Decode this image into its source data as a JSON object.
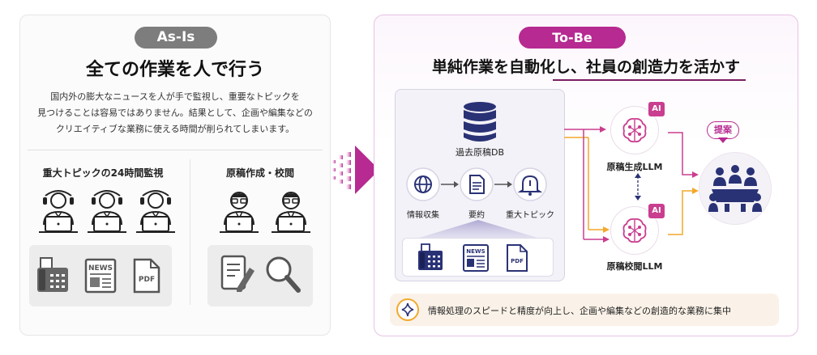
{
  "as_is": {
    "badge": "As-Is",
    "title": "全ての作業を人で行う",
    "description_lines": [
      "国内外の膨大なニュースを人が手で監視し、重要なトピックを",
      "見つけることは容易ではありません。結果として、企画や編集などの",
      "クリエイティブな業務に使える時間が削られてしまいます。"
    ],
    "sections": [
      {
        "label": "重大トピックの24時間監視",
        "people": 3,
        "sources": [
          "fax-icon",
          "newspaper-icon",
          "pdf-icon"
        ]
      },
      {
        "label": "原稿作成・校閲",
        "people": 2,
        "tools": [
          "document-pen-icon",
          "magnifier-icon"
        ]
      }
    ],
    "news_text": "NEWS",
    "pdf_text": "PDF"
  },
  "to_be": {
    "badge": "To-Be",
    "title": "単純作業を自動化し、社員の創造力を活かす",
    "database_label": "過去原稿DB",
    "pipeline": [
      "情報収集",
      "要約",
      "重大トピック"
    ],
    "sources_text": {
      "news": "NEWS",
      "pdf": "PDF"
    },
    "llms": [
      {
        "label": "原稿生成LLM",
        "badge": "AI"
      },
      {
        "label": "原稿校閲LLM",
        "badge": "AI"
      }
    ],
    "output_label": "提案",
    "banner": "情報処理のスピードと精度が向上し、企画や編集などの創造的な業務に集中"
  },
  "colors": {
    "accent": "#b62a91",
    "navy": "#2a3276",
    "gray_pill": "#7d7d7d",
    "orange": "#f2a92c",
    "magenta_line": "#c93e8f"
  }
}
